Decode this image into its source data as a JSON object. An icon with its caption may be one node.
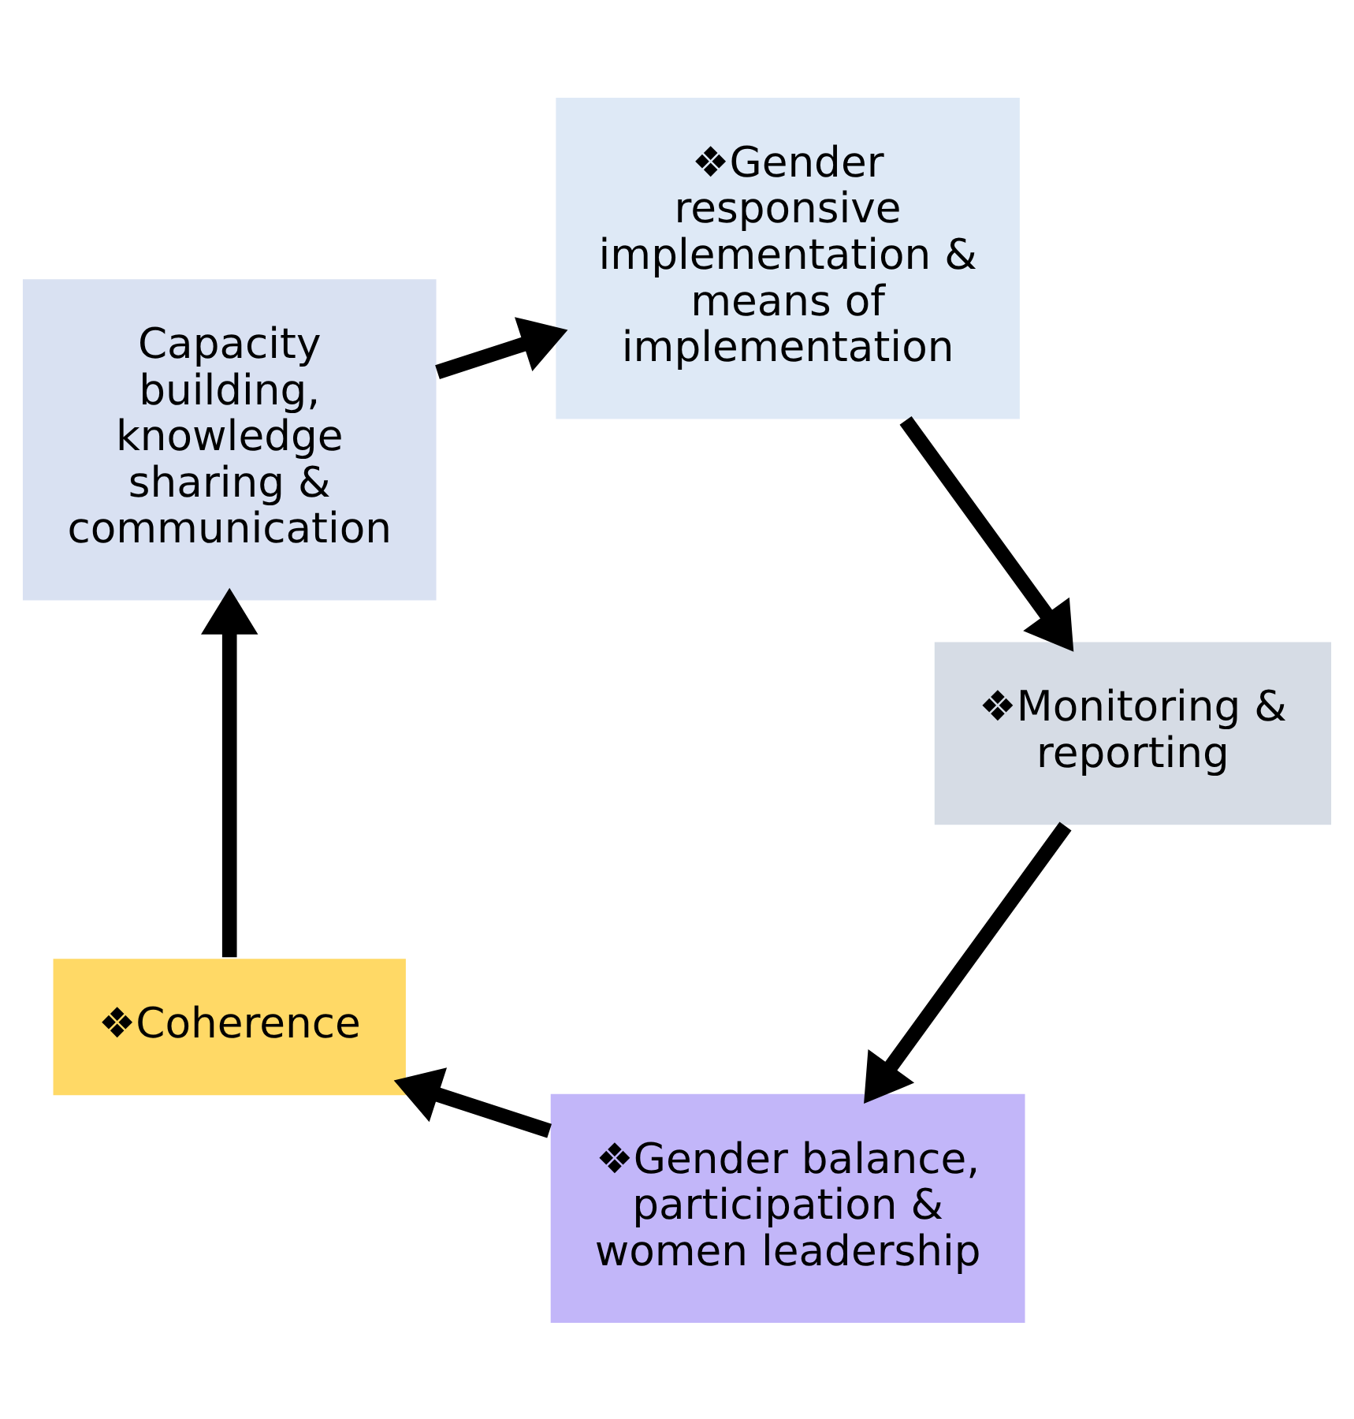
{
  "diagram": {
    "nodes": [
      {
        "text": [
          "❖Gender balance, participation & women leadership"
        ]
      },
      {
        "text": [
          "❖Coherence"
        ]
      },
      {
        "text": [
          "❖Monitoring & reporting"
        ]
      },
      {
        "text": [
          "Capacity building, knowledge sharing & communication"
        ]
      },
      {
        "text": [
          "❖Gender responsive implementation & means of implementation"
        ]
      }
    ],
    "edges": [
      {
        "from": 0,
        "to": 1,
        "arrow": "to"
      },
      {
        "from": 1,
        "to": 3,
        "arrow": "to"
      },
      {
        "from": 3,
        "to": 4,
        "arrow": "to"
      },
      {
        "from": 4,
        "to": 2,
        "arrow": "to"
      },
      {
        "from": 2,
        "to": 0,
        "arrow": "to"
      }
    ]
  }
}
